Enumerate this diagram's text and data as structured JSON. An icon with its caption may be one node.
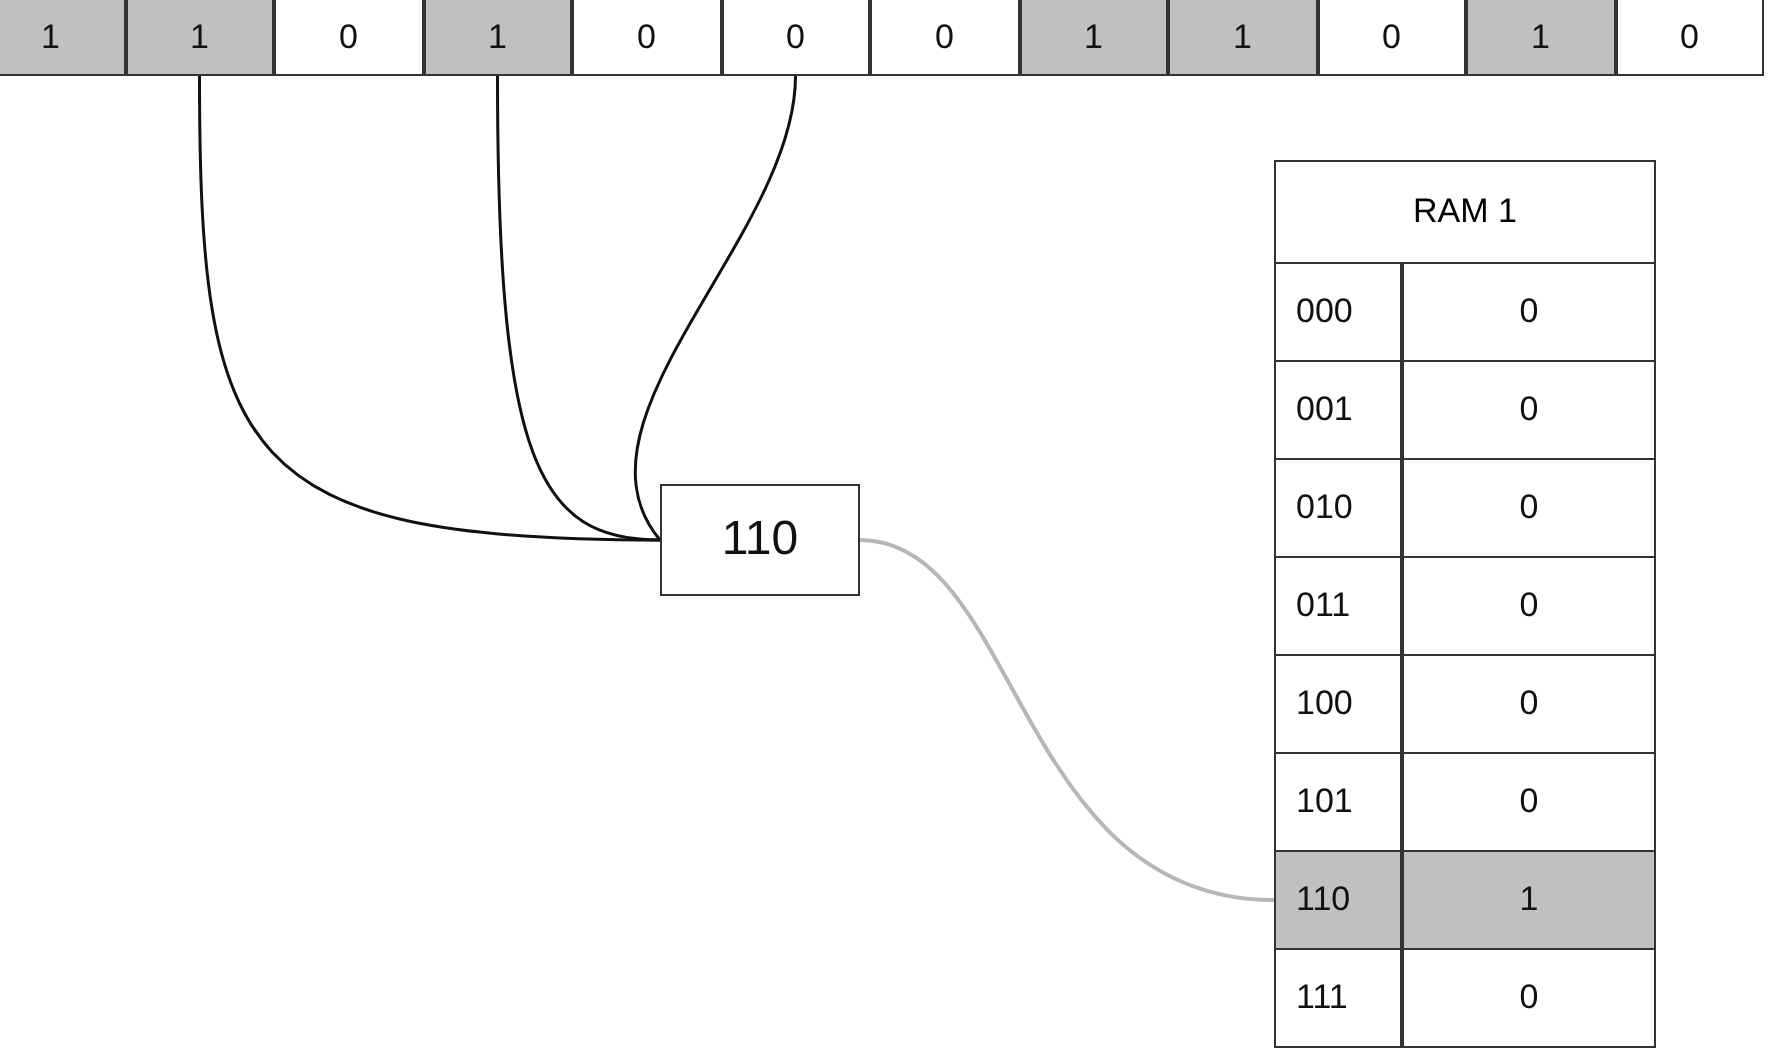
{
  "diagram": {
    "nodes": [
      {
        "text": [
          "1"
        ]
      },
      {
        "text": [
          "1"
        ]
      },
      {
        "text": [
          "0"
        ]
      },
      {
        "text": [
          "1"
        ]
      },
      {
        "text": [
          "0"
        ]
      },
      {
        "text": [
          "0"
        ]
      },
      {
        "text": [
          "0"
        ]
      },
      {
        "text": [
          "1"
        ]
      },
      {
        "text": [
          "1"
        ]
      },
      {
        "text": [
          "0"
        ]
      },
      {
        "text": [
          "1"
        ]
      },
      {
        "text": [
          "0"
        ]
      },
      {
        "text": [
          "110"
        ]
      },
      {
        "text": [
          "RAM 1"
        ]
      },
      {
        "text": [
          "000"
        ],
        "in": 13
      },
      {
        "text": [
          "0"
        ],
        "in": 13
      },
      {
        "text": [
          "001"
        ],
        "in": 13
      },
      {
        "text": [
          "0"
        ],
        "in": 13
      },
      {
        "text": [
          "010"
        ],
        "in": 13
      },
      {
        "text": [
          "0"
        ],
        "in": 13
      },
      {
        "text": [
          "011"
        ],
        "in": 13
      },
      {
        "text": [
          "0"
        ],
        "in": 13
      },
      {
        "text": [
          "100"
        ],
        "in": 13
      },
      {
        "text": [
          "0"
        ],
        "in": 13
      },
      {
        "text": [
          "101"
        ],
        "in": 13
      },
      {
        "text": [
          "0"
        ],
        "in": 13
      },
      {
        "text": [
          "110"
        ],
        "in": 13
      },
      {
        "text": [
          "1"
        ],
        "in": 13
      },
      {
        "text": [
          "111"
        ],
        "in": 13
      },
      {
        "text": [
          "0"
        ],
        "in": 13
      }
    ],
    "edges": [
      {
        "from": 1,
        "to": 12,
        "arrow": "none"
      },
      {
        "from": 3,
        "to": 12,
        "arrow": "none"
      },
      {
        "from": 5,
        "to": 12,
        "arrow": "none"
      },
      {
        "from": 12,
        "to": 26,
        "arrow": "none",
        "color": "#b7b7b7"
      }
    ]
  }
}
